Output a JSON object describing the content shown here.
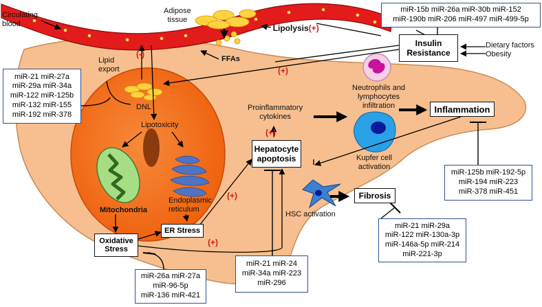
{
  "labels": {
    "circulating_blood": "Circulating\nblood",
    "adipose_tissue": "Adipose\ntissue",
    "lipolysis": "Lipolysis",
    "ffas": "FFAs",
    "insulin_resistance": "Insulin\nResistance",
    "dietary_factors": "Dietary factors\nObesity",
    "lipid_export": "Lipid\nexport",
    "dnl": "DNL",
    "lipotoxicity": "Lipotoxicity",
    "mitochondria": "Mitochondria",
    "endoplasmic_reticulum": "Endoplasmic\nreticulum",
    "oxidative_stress": "Oxidative\nStress",
    "er_stress": "ER Stress",
    "proinflammatory_cytokines": "Proinflammatory\ncytokines",
    "hepatocyte_apoptosis": "Hepatocyte\napoptosis",
    "neutrophils": "Neutrophils and\nlymphocytes\ninfiltration",
    "inflammation": "Inflammation",
    "kupfer": "Kupfer cell\nactivation",
    "hsc_activation": "HSC activation",
    "fibrosis": "Fibrosis",
    "plus": "(+)",
    "minus": "(-)"
  },
  "mirna": {
    "insulin": "miR-15b miR-26a miR-30b miR-152\nmiR-190b miR-206 miR-497 miR-499-5p",
    "lipid": "miR-21 miR-27a\nmiR-29a miR-34a\nmiR-122 miR-125b\nmiR-132 miR-155\nmiR-192 miR-378",
    "inflammation": "miR-125b miR-192-5p\nmiR-194 miR-223\nmiR-378 miR-451",
    "fibrosis": "miR-21 miR-29a\nmiR-122 miR-130a-3p\nmiR-146a-5p miR-214\nmiR-221-3p",
    "apoptosis": "miR-21 miR-24\nmiR-34a miR-223\nmiR-296",
    "oxidative": "miR-26a miR-27a\nmiR-96-5p\nmiR-136 miR-421"
  },
  "colors": {
    "liver": "#f7bf8f",
    "hepatocyte": "#f26a12",
    "vessel": "#e31b1b",
    "fat": "#ffd23f",
    "mitochondria": "#8fcf6a",
    "er": "#4f74c4",
    "box_border": "#2f4f8f",
    "plus": "#d11a1a"
  },
  "icons": [
    "blood-vessel-icon",
    "adipose-icon",
    "mitochondria-icon",
    "er-icon",
    "neutrophil-icon",
    "kupffer-cell-icon",
    "hsc-cell-icon"
  ]
}
